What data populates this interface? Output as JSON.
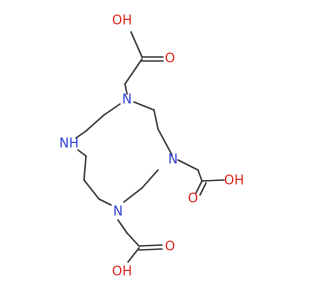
{
  "molecule": {
    "atoms": [
      {
        "id": "N1",
        "label": "N",
        "element": "N"
      },
      {
        "id": "N2",
        "label": "N",
        "element": "N"
      },
      {
        "id": "N3",
        "label": "N",
        "element": "N"
      },
      {
        "id": "N4",
        "label": "NH",
        "element": "N"
      },
      {
        "id": "O1",
        "label": "OH",
        "element": "O"
      },
      {
        "id": "O2",
        "label": "O",
        "element": "O"
      },
      {
        "id": "O3",
        "label": "O",
        "element": "O"
      },
      {
        "id": "O4",
        "label": "OH",
        "element": "O"
      },
      {
        "id": "O5",
        "label": "O",
        "element": "O"
      },
      {
        "id": "O6",
        "label": "OH",
        "element": "O"
      }
    ]
  },
  "colors": {
    "bond": "#3a3a3a",
    "nitrogen": "#2a3bd6",
    "oxygen": "#e0201b",
    "background": "#ffffff"
  }
}
